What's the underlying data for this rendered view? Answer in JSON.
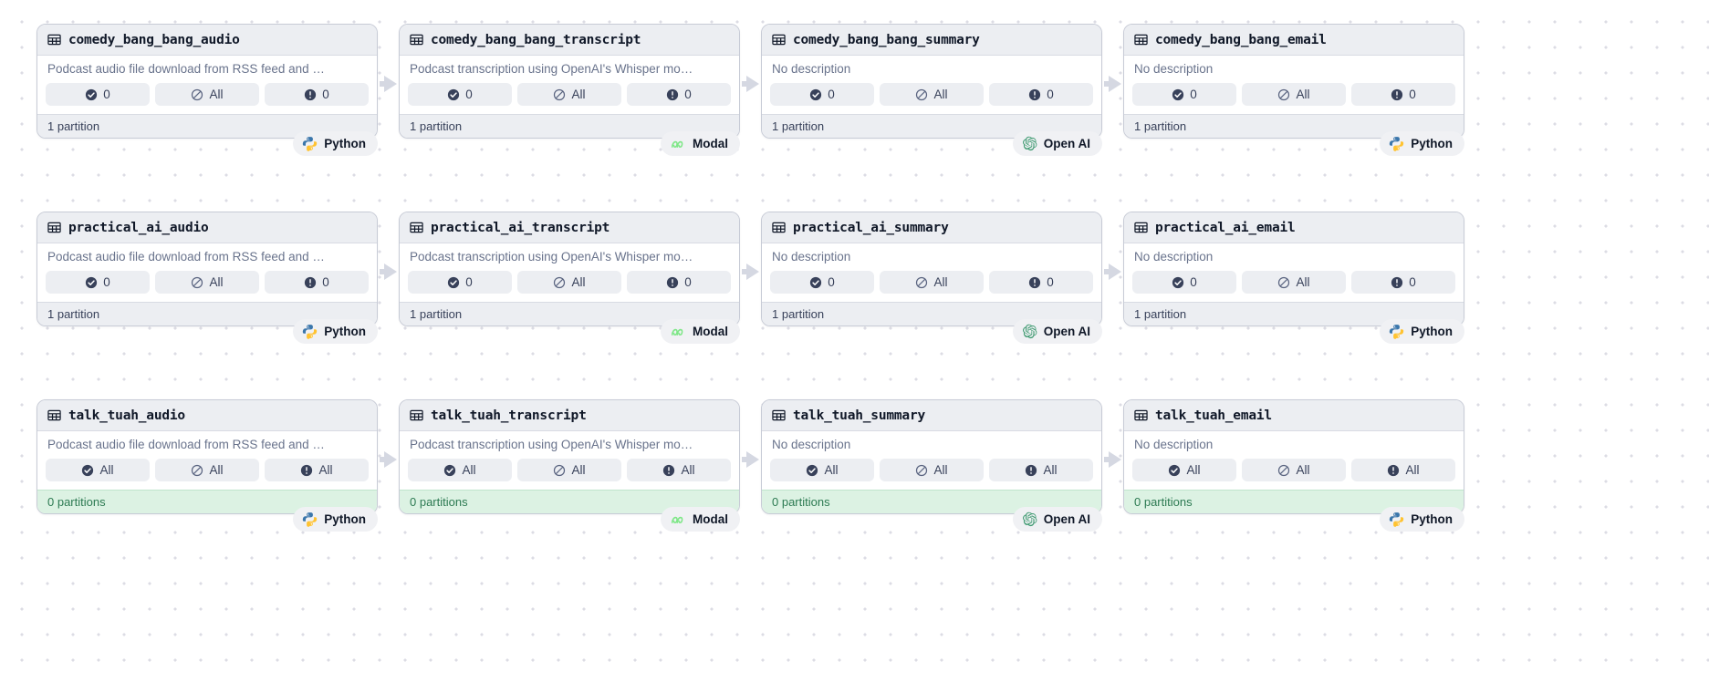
{
  "graph": {
    "background": "#ffffff",
    "dot_color": "#dcdce4",
    "edge_color": "#d5d8e2"
  },
  "icons": {
    "table": "table-icon",
    "check": "check-circle-icon",
    "slash": "slash-circle-icon",
    "alert": "alert-circle-icon",
    "python": "python-logo-icon",
    "modal": "modal-logo-icon",
    "openai": "openai-logo-icon"
  },
  "descriptions": {
    "audio": "Podcast audio file download from RSS feed and …",
    "transcript": "Podcast transcription using OpenAI's Whisper mo…",
    "none": "No description"
  },
  "footers": {
    "one": "1 partition",
    "zero": "0 partitions"
  },
  "kinds": {
    "python": "Python",
    "modal": "Modal",
    "openai": "Open AI"
  },
  "rows": [
    {
      "id": "comedy_bang_bang",
      "empty": false,
      "nodes": [
        {
          "title": "comedy_bang_bang_audio",
          "description": "Podcast audio file download from RSS feed and …",
          "stats": [
            {
              "icon": "check-circle-icon",
              "value": "0"
            },
            {
              "icon": "slash-circle-icon",
              "value": "All"
            },
            {
              "icon": "alert-circle-icon",
              "value": "0"
            }
          ],
          "footer": "1 partition",
          "kind": "Python",
          "kind_icon": "python-logo-icon"
        },
        {
          "title": "comedy_bang_bang_transcript",
          "description": "Podcast transcription using OpenAI's Whisper mo…",
          "stats": [
            {
              "icon": "check-circle-icon",
              "value": "0"
            },
            {
              "icon": "slash-circle-icon",
              "value": "All"
            },
            {
              "icon": "alert-circle-icon",
              "value": "0"
            }
          ],
          "footer": "1 partition",
          "kind": "Modal",
          "kind_icon": "modal-logo-icon"
        },
        {
          "title": "comedy_bang_bang_summary",
          "description": "No description",
          "stats": [
            {
              "icon": "check-circle-icon",
              "value": "0"
            },
            {
              "icon": "slash-circle-icon",
              "value": "All"
            },
            {
              "icon": "alert-circle-icon",
              "value": "0"
            }
          ],
          "footer": "1 partition",
          "kind": "Open AI",
          "kind_icon": "openai-logo-icon"
        },
        {
          "title": "comedy_bang_bang_email",
          "description": "No description",
          "stats": [
            {
              "icon": "check-circle-icon",
              "value": "0"
            },
            {
              "icon": "slash-circle-icon",
              "value": "All"
            },
            {
              "icon": "alert-circle-icon",
              "value": "0"
            }
          ],
          "footer": "1 partition",
          "kind": "Python",
          "kind_icon": "python-logo-icon"
        }
      ]
    },
    {
      "id": "practical_ai",
      "empty": false,
      "nodes": [
        {
          "title": "practical_ai_audio",
          "description": "Podcast audio file download from RSS feed and …",
          "stats": [
            {
              "icon": "check-circle-icon",
              "value": "0"
            },
            {
              "icon": "slash-circle-icon",
              "value": "All"
            },
            {
              "icon": "alert-circle-icon",
              "value": "0"
            }
          ],
          "footer": "1 partition",
          "kind": "Python",
          "kind_icon": "python-logo-icon"
        },
        {
          "title": "practical_ai_transcript",
          "description": "Podcast transcription using OpenAI's Whisper mo…",
          "stats": [
            {
              "icon": "check-circle-icon",
              "value": "0"
            },
            {
              "icon": "slash-circle-icon",
              "value": "All"
            },
            {
              "icon": "alert-circle-icon",
              "value": "0"
            }
          ],
          "footer": "1 partition",
          "kind": "Modal",
          "kind_icon": "modal-logo-icon"
        },
        {
          "title": "practical_ai_summary",
          "description": "No description",
          "stats": [
            {
              "icon": "check-circle-icon",
              "value": "0"
            },
            {
              "icon": "slash-circle-icon",
              "value": "All"
            },
            {
              "icon": "alert-circle-icon",
              "value": "0"
            }
          ],
          "footer": "1 partition",
          "kind": "Open AI",
          "kind_icon": "openai-logo-icon"
        },
        {
          "title": "practical_ai_email",
          "description": "No description",
          "stats": [
            {
              "icon": "check-circle-icon",
              "value": "0"
            },
            {
              "icon": "slash-circle-icon",
              "value": "All"
            },
            {
              "icon": "alert-circle-icon",
              "value": "0"
            }
          ],
          "footer": "1 partition",
          "kind": "Python",
          "kind_icon": "python-logo-icon"
        }
      ]
    },
    {
      "id": "talk_tuah",
      "empty": true,
      "nodes": [
        {
          "title": "talk_tuah_audio",
          "description": "Podcast audio file download from RSS feed and …",
          "stats": [
            {
              "icon": "check-circle-icon",
              "value": "All"
            },
            {
              "icon": "slash-circle-icon",
              "value": "All"
            },
            {
              "icon": "alert-circle-icon",
              "value": "All"
            }
          ],
          "footer": "0 partitions",
          "kind": "Python",
          "kind_icon": "python-logo-icon"
        },
        {
          "title": "talk_tuah_transcript",
          "description": "Podcast transcription using OpenAI's Whisper mo…",
          "stats": [
            {
              "icon": "check-circle-icon",
              "value": "All"
            },
            {
              "icon": "slash-circle-icon",
              "value": "All"
            },
            {
              "icon": "alert-circle-icon",
              "value": "All"
            }
          ],
          "footer": "0 partitions",
          "kind": "Modal",
          "kind_icon": "modal-logo-icon"
        },
        {
          "title": "talk_tuah_summary",
          "description": "No description",
          "stats": [
            {
              "icon": "check-circle-icon",
              "value": "All"
            },
            {
              "icon": "slash-circle-icon",
              "value": "All"
            },
            {
              "icon": "alert-circle-icon",
              "value": "All"
            }
          ],
          "footer": "0 partitions",
          "kind": "Open AI",
          "kind_icon": "openai-logo-icon"
        },
        {
          "title": "talk_tuah_email",
          "description": "No description",
          "stats": [
            {
              "icon": "check-circle-icon",
              "value": "All"
            },
            {
              "icon": "slash-circle-icon",
              "value": "All"
            },
            {
              "icon": "alert-circle-icon",
              "value": "All"
            }
          ],
          "footer": "0 partitions",
          "kind": "Python",
          "kind_icon": "python-logo-icon"
        }
      ]
    }
  ]
}
